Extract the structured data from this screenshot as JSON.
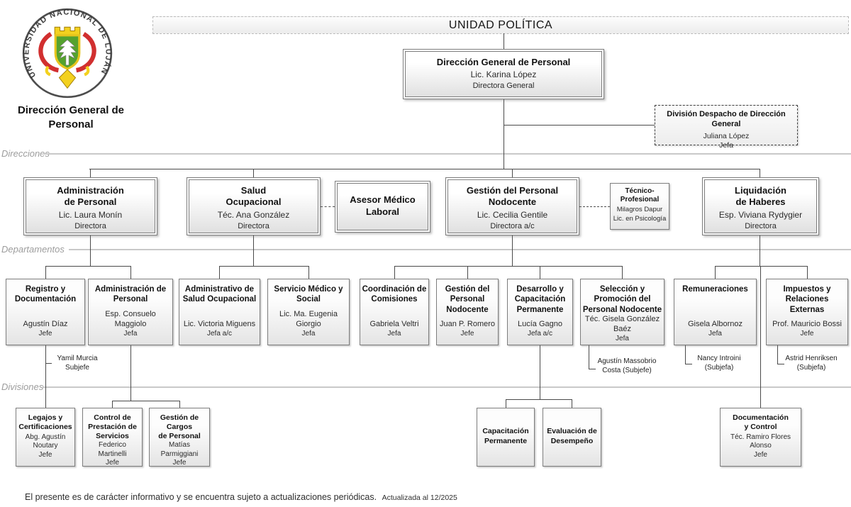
{
  "banner": {
    "title": "UNIDAD POLÍTICA"
  },
  "logo": {
    "org_text": "UNIVERSIDAD NACIONAL DE LUJÁN",
    "caption": "Dirección General de\nPersonal"
  },
  "level_labels": {
    "direcciones": "Direcciones",
    "departamentos": "Departamentos",
    "divisiones": "Divisiones"
  },
  "root": {
    "title": "Dirección General de Personal",
    "name": "Lic. Karina López",
    "role": "Directora General"
  },
  "despacho": {
    "title": "División Despacho de Dirección General",
    "name": "Juliana López",
    "role": "Jefa"
  },
  "direcciones": [
    {
      "title": "Administración\nde Personal",
      "name": "Lic. Laura Monín",
      "role": "Directora"
    },
    {
      "title": "Salud\nOcupacional",
      "name": "Téc. Ana González",
      "role": "Directora"
    },
    {
      "title": "Asesor Médico\nLaboral",
      "name": "",
      "role": ""
    },
    {
      "title": "Gestión del Personal\nNodocente",
      "name": "Lic. Cecilia Gentile",
      "role": "Directora a/c"
    },
    {
      "title": "Técnico-\nProfesional",
      "name": "Milagros Dapur",
      "role": "Lic. en Psicología"
    },
    {
      "title": "Liquidación\nde Haberes",
      "name": "Esp. Viviana Rydygier",
      "role": "Directora"
    }
  ],
  "departamentos": [
    {
      "title": "Registro y\nDocumentación",
      "name": "Agustín Díaz",
      "role": "Jefe"
    },
    {
      "title": "Administración de\nPersonal",
      "name": "Esp. Consuelo\nMaggiolo",
      "role": "Jefa"
    },
    {
      "title": "Administrativo de\nSalud Ocupacional",
      "name": "Lic. Victoria Miguens",
      "role": "Jefa a/c"
    },
    {
      "title": "Servicio Médico y\nSocial",
      "name": "Lic. Ma. Eugenia\nGiorgio",
      "role": "Jefa"
    },
    {
      "title": "Coordinación de\nComisiones",
      "name": "Gabriela Veltri",
      "role": "Jefa"
    },
    {
      "title": "Gestión del\nPersonal\nNodocente",
      "name": "Juan P. Romero",
      "role": "Jefe"
    },
    {
      "title": "Desarrollo y\nCapacitación\nPermanente",
      "name": "Lucía Gagno",
      "role": "Jefa a/c"
    },
    {
      "title": "Selección y\nPromoción del\nPersonal Nodocente",
      "name": "Téc. Gisela González\nBaéz",
      "role": "Jefa"
    },
    {
      "title": "Remuneraciones",
      "name": "Gisela Albornoz",
      "role": "Jefa"
    },
    {
      "title": "Impuestos y\nRelaciones\nExternas",
      "name": "Prof. Mauricio Bossi",
      "role": "Jefe"
    }
  ],
  "subjefes": [
    {
      "text": "Yamil Murcia\nSubjefe"
    },
    {
      "text": "Agustín Massobrio\nCosta (Subjefe)"
    },
    {
      "text": "Nancy Introini\n(Subjefa)"
    },
    {
      "text": "Astrid Henriksen\n(Subjefa)"
    }
  ],
  "divisiones": [
    {
      "title": "Legajos y\nCertificaciones",
      "name": "Abg. Agustín\nNoutary",
      "role": "Jefe"
    },
    {
      "title": "Control de\nPrestación de\nServicios",
      "name": "Federico Martinelli",
      "role": "Jefe"
    },
    {
      "title": "Gestión de Cargos\nde Personal",
      "name": "Matías\nParmiggiani",
      "role": "Jefe"
    },
    {
      "title": "Capacitación\nPermanente",
      "name": "",
      "role": ""
    },
    {
      "title": "Evaluación de\nDesempeño",
      "name": "",
      "role": ""
    },
    {
      "title": "Documentación\ny Control",
      "name": "Téc. Ramiro Flores\nAlonso",
      "role": "Jefe"
    }
  ],
  "footer": {
    "text": "El presente es de carácter informativo y se encuentra sujeto a actualizaciones periódicas.",
    "updated": "Actualizada al 12/2025"
  }
}
